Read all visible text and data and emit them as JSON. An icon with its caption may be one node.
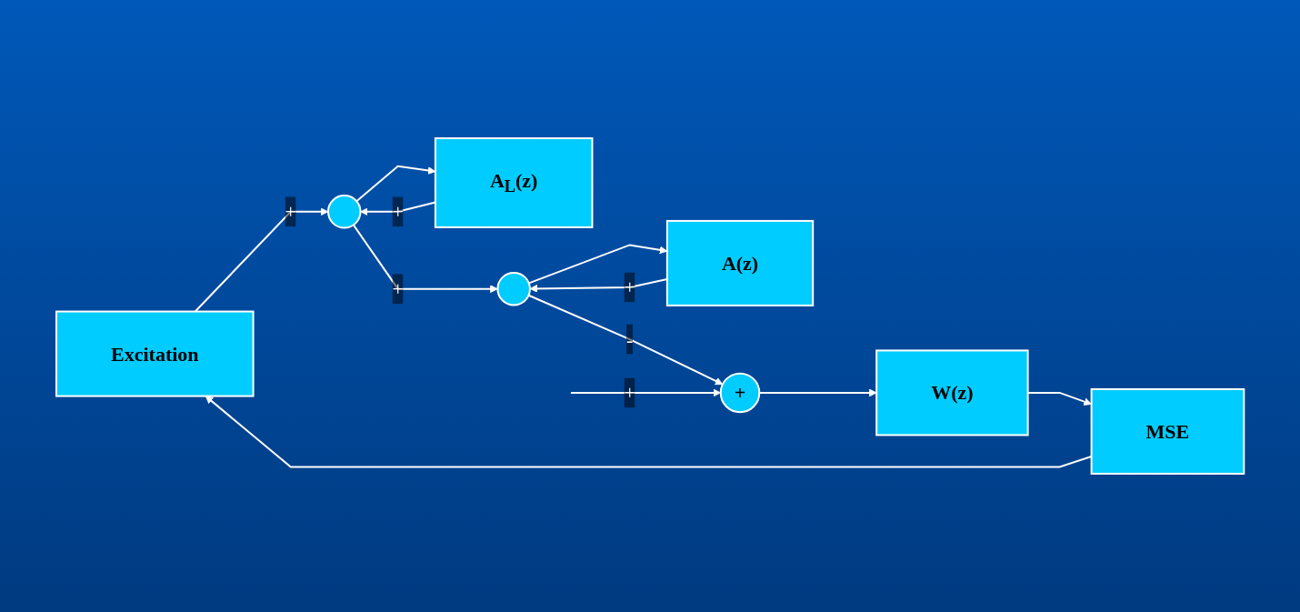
{
  "diagram": {
    "nodes": [
      {
        "text": [
          "Excitation"
        ]
      },
      {
        "text": [],
        "shape": "circle"
      },
      {
        "text": [
          "A$_{L}$(z)"
        ]
      },
      {
        "text": [],
        "shape": "circle"
      },
      {
        "text": [
          "A(z)"
        ]
      },
      {
        "text": [
          "+"
        ]
      },
      {
        "text": [
          "W(z)"
        ]
      },
      {
        "text": [
          "MSE"
        ]
      }
    ],
    "edges": [
      {
        "from": 0,
        "to": 1,
        "arrow": "to",
        "label": "+"
      },
      {
        "from": 1,
        "to": 3,
        "arrow": "to",
        "label": "+"
      },
      {
        "from": 1,
        "to": 2,
        "arrow": "to"
      },
      {
        "from": 2,
        "to": 1,
        "arrow": "to",
        "label": "+"
      },
      {
        "from": 3,
        "to": 5,
        "arrow": "to",
        "label": "-"
      },
      {
        "from": 3,
        "to": 4,
        "arrow": "to"
      },
      {
        "from": 4,
        "to": 3,
        "arrow": "to",
        "label": "+"
      },
      {
        "from": null,
        "to": 5,
        "arrow": "to",
        "label": "+"
      },
      {
        "from": 5,
        "to": 6,
        "arrow": "to"
      },
      {
        "from": 6,
        "to": 7,
        "arrow": "to"
      },
      {
        "from": 7,
        "to": 0,
        "arrow": "to"
      }
    ]
  }
}
